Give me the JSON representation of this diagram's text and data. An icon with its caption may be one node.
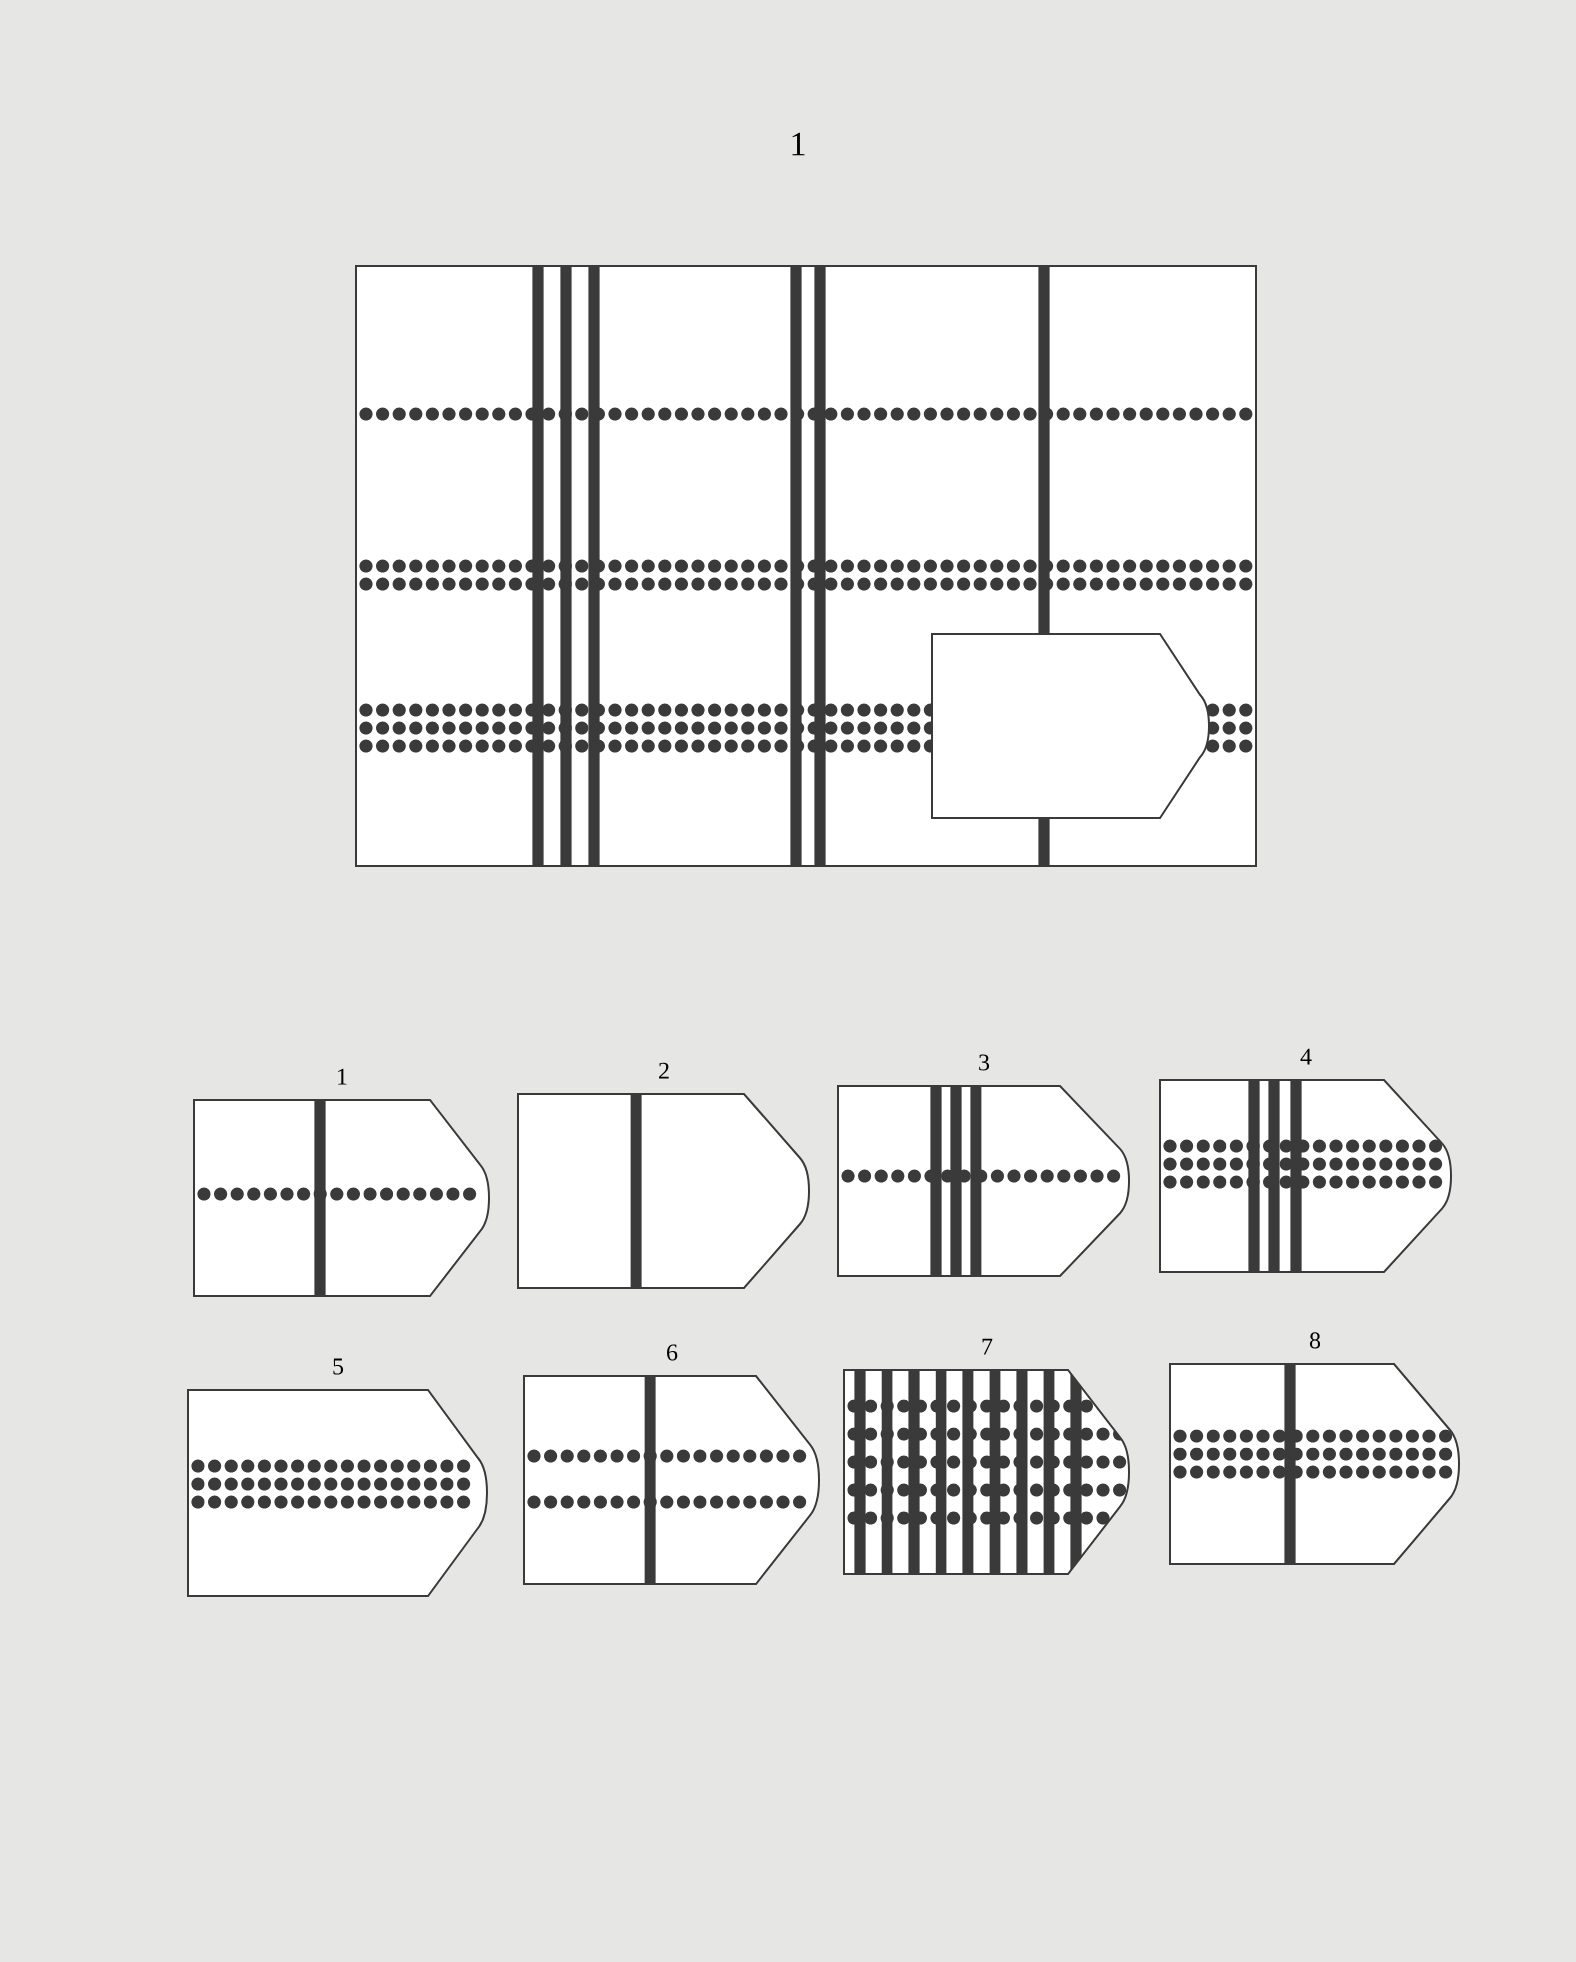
{
  "diagram": {
    "title": "1",
    "nodes": [
      {
        "text": [
          "1"
        ]
      },
      {
        "text": [
          "2"
        ]
      },
      {
        "text": [
          "3"
        ]
      },
      {
        "text": [
          "4"
        ]
      },
      {
        "text": [
          "5"
        ]
      },
      {
        "text": [
          "6"
        ]
      },
      {
        "text": [
          "7"
        ]
      },
      {
        "text": [
          "8"
        ]
      }
    ]
  }
}
